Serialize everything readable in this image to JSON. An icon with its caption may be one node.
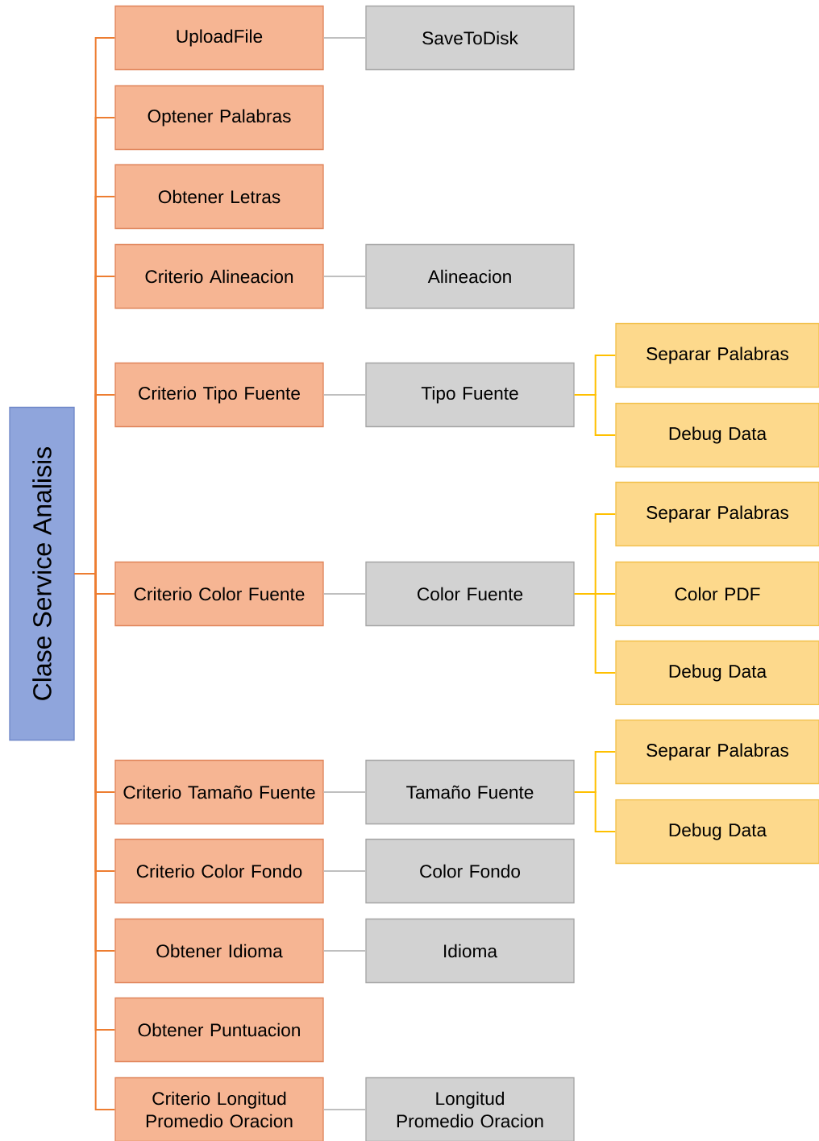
{
  "diagram": {
    "nodes": [
      {
        "text": [
          "Clase Service Analisis"
        ]
      },
      {
        "text": [
          "UploadFile"
        ]
      },
      {
        "text": [
          "Optener Palabras"
        ]
      },
      {
        "text": [
          "Obtener Letras"
        ]
      },
      {
        "text": [
          "Criterio Alineacion"
        ]
      },
      {
        "text": [
          "Criterio Tipo Fuente"
        ]
      },
      {
        "text": [
          "Criterio Color Fuente"
        ]
      },
      {
        "text": [
          "Criterio Tamaño Fuente"
        ]
      },
      {
        "text": [
          "Criterio Color Fondo"
        ]
      },
      {
        "text": [
          "Obtener Idioma"
        ]
      },
      {
        "text": [
          "Obtener Puntuacion"
        ]
      },
      {
        "text": [
          "Criterio Longitud Promedio Oracion"
        ]
      },
      {
        "text": [
          "SaveToDisk"
        ]
      },
      {
        "text": [
          "Alineacion"
        ]
      },
      {
        "text": [
          "Tipo Fuente"
        ]
      },
      {
        "text": [
          "Color Fuente"
        ]
      },
      {
        "text": [
          "Tamaño Fuente"
        ]
      },
      {
        "text": [
          "Color Fondo"
        ]
      },
      {
        "text": [
          "Idioma"
        ]
      },
      {
        "text": [
          "Longitud Promedio Oracion"
        ]
      },
      {
        "text": [
          "Separar Palabras"
        ]
      },
      {
        "text": [
          "Debug Data"
        ]
      },
      {
        "text": [
          "Separar Palabras"
        ]
      },
      {
        "text": [
          "Color PDF"
        ]
      },
      {
        "text": [
          "Debug Data"
        ]
      },
      {
        "text": [
          "Separar Palabras"
        ]
      },
      {
        "text": [
          "Debug Data"
        ]
      }
    ],
    "edges": [
      {
        "from": 0,
        "to": 1,
        "arrow": "none"
      },
      {
        "from": 0,
        "to": 2,
        "arrow": "none"
      },
      {
        "from": 0,
        "to": 3,
        "arrow": "none"
      },
      {
        "from": 0,
        "to": 4,
        "arrow": "none"
      },
      {
        "from": 0,
        "to": 5,
        "arrow": "none"
      },
      {
        "from": 0,
        "to": 6,
        "arrow": "none"
      },
      {
        "from": 0,
        "to": 7,
        "arrow": "none"
      },
      {
        "from": 0,
        "to": 8,
        "arrow": "none"
      },
      {
        "from": 0,
        "to": 9,
        "arrow": "none"
      },
      {
        "from": 0,
        "to": 10,
        "arrow": "none"
      },
      {
        "from": 0,
        "to": 11,
        "arrow": "none"
      },
      {
        "from": 1,
        "to": 12,
        "arrow": "none",
        "color": "#bfbfbf"
      },
      {
        "from": 4,
        "to": 13,
        "arrow": "none",
        "color": "#bfbfbf"
      },
      {
        "from": 5,
        "to": 14,
        "arrow": "none",
        "color": "#bfbfbf"
      },
      {
        "from": 6,
        "to": 15,
        "arrow": "none",
        "color": "#bfbfbf"
      },
      {
        "from": 7,
        "to": 16,
        "arrow": "none",
        "color": "#bfbfbf"
      },
      {
        "from": 8,
        "to": 17,
        "arrow": "none",
        "color": "#bfbfbf"
      },
      {
        "from": 9,
        "to": 18,
        "arrow": "none",
        "color": "#bfbfbf"
      },
      {
        "from": 11,
        "to": 19,
        "arrow": "none",
        "color": "#bfbfbf"
      },
      {
        "from": 14,
        "to": 20,
        "arrow": "none",
        "color": "#ffc000"
      },
      {
        "from": 14,
        "to": 21,
        "arrow": "none",
        "color": "#ffc000"
      },
      {
        "from": 15,
        "to": 22,
        "arrow": "none",
        "color": "#ffc000"
      },
      {
        "from": 15,
        "to": 23,
        "arrow": "none",
        "color": "#ffc000"
      },
      {
        "from": 15,
        "to": 24,
        "arrow": "none",
        "color": "#ffc000"
      },
      {
        "from": 16,
        "to": 25,
        "arrow": "none",
        "color": "#ffc000"
      },
      {
        "from": 16,
        "to": 26,
        "arrow": "none",
        "color": "#ffc000"
      }
    ]
  }
}
